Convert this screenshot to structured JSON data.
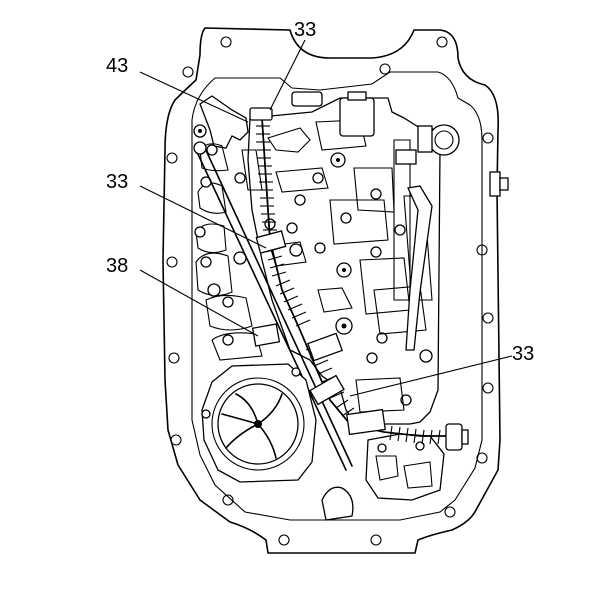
{
  "callouts": {
    "c43": "43",
    "c33_top": "33",
    "c33_left": "33",
    "c38": "38",
    "c33_right": "33"
  }
}
